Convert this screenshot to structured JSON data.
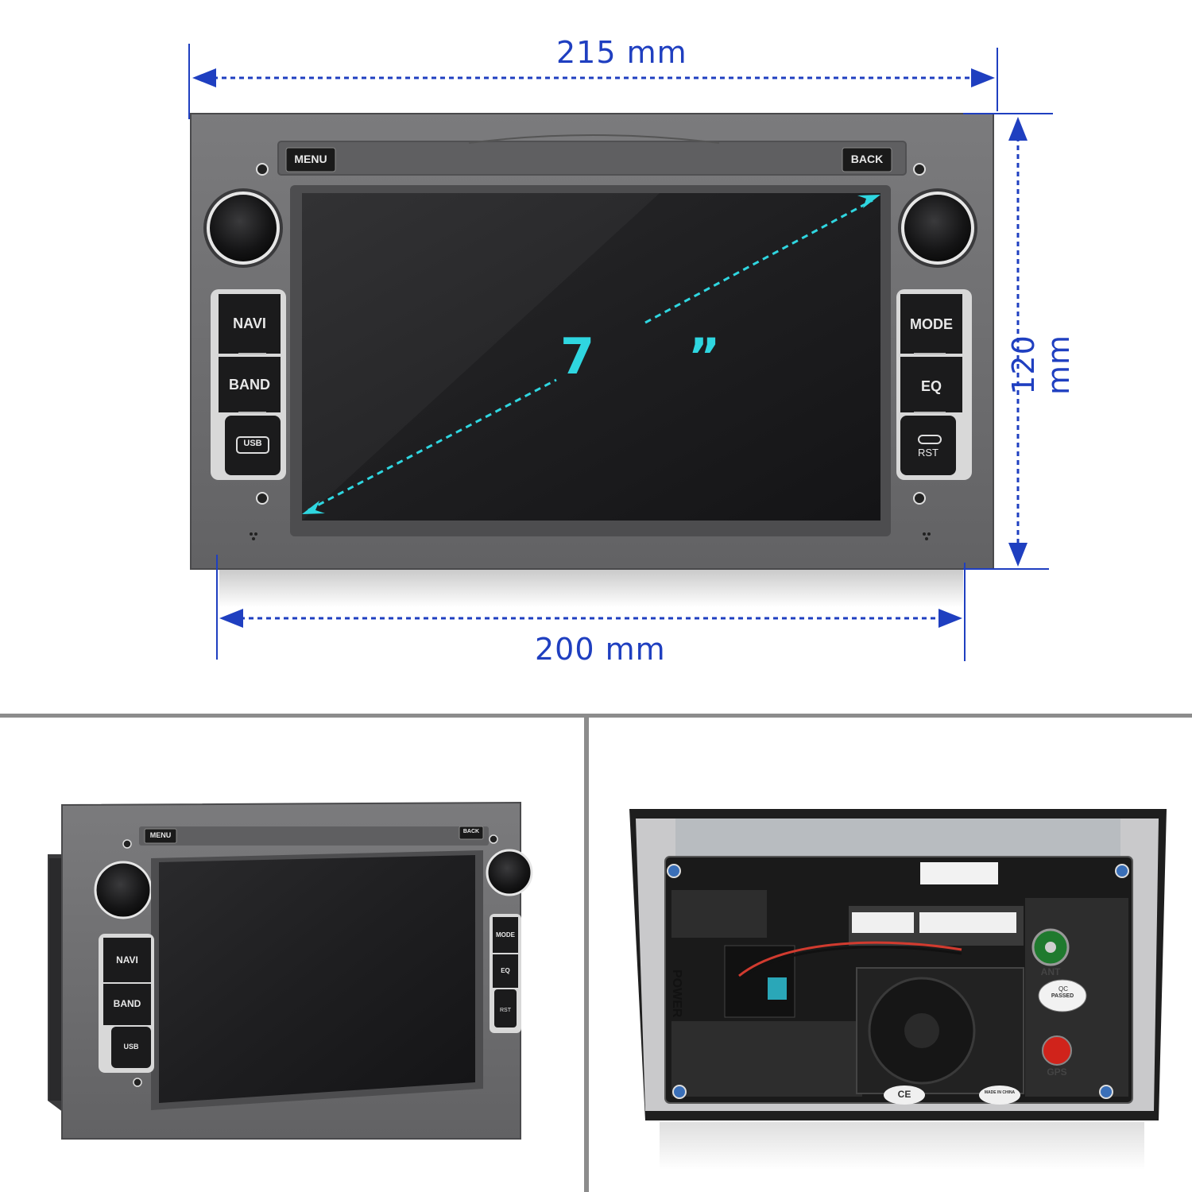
{
  "dimensions": {
    "width_top": "215 mm",
    "width_bottom": "200 mm",
    "height": "120 mm",
    "screen_size": "7 ”"
  },
  "front_unit": {
    "buttons": {
      "menu": "MENU",
      "back": "BACK",
      "navi": "NAVI",
      "band": "BAND",
      "usb": "USB",
      "mode": "MODE",
      "eq": "EQ",
      "rst": "RST"
    }
  },
  "rear_unit": {
    "labels": {
      "power": "POWER",
      "ant": "ANT",
      "gps": "GPS",
      "qc": "QC",
      "passed": "PASSED",
      "ce": "CE",
      "made_in_china": "MADE IN CHINA"
    }
  },
  "colors": {
    "dimension_blue": "#1f3fc0",
    "diagonal_cyan": "#2fd6e0",
    "bezel_gray": "#6e6e70",
    "screen_black": "#1c1c1e"
  }
}
